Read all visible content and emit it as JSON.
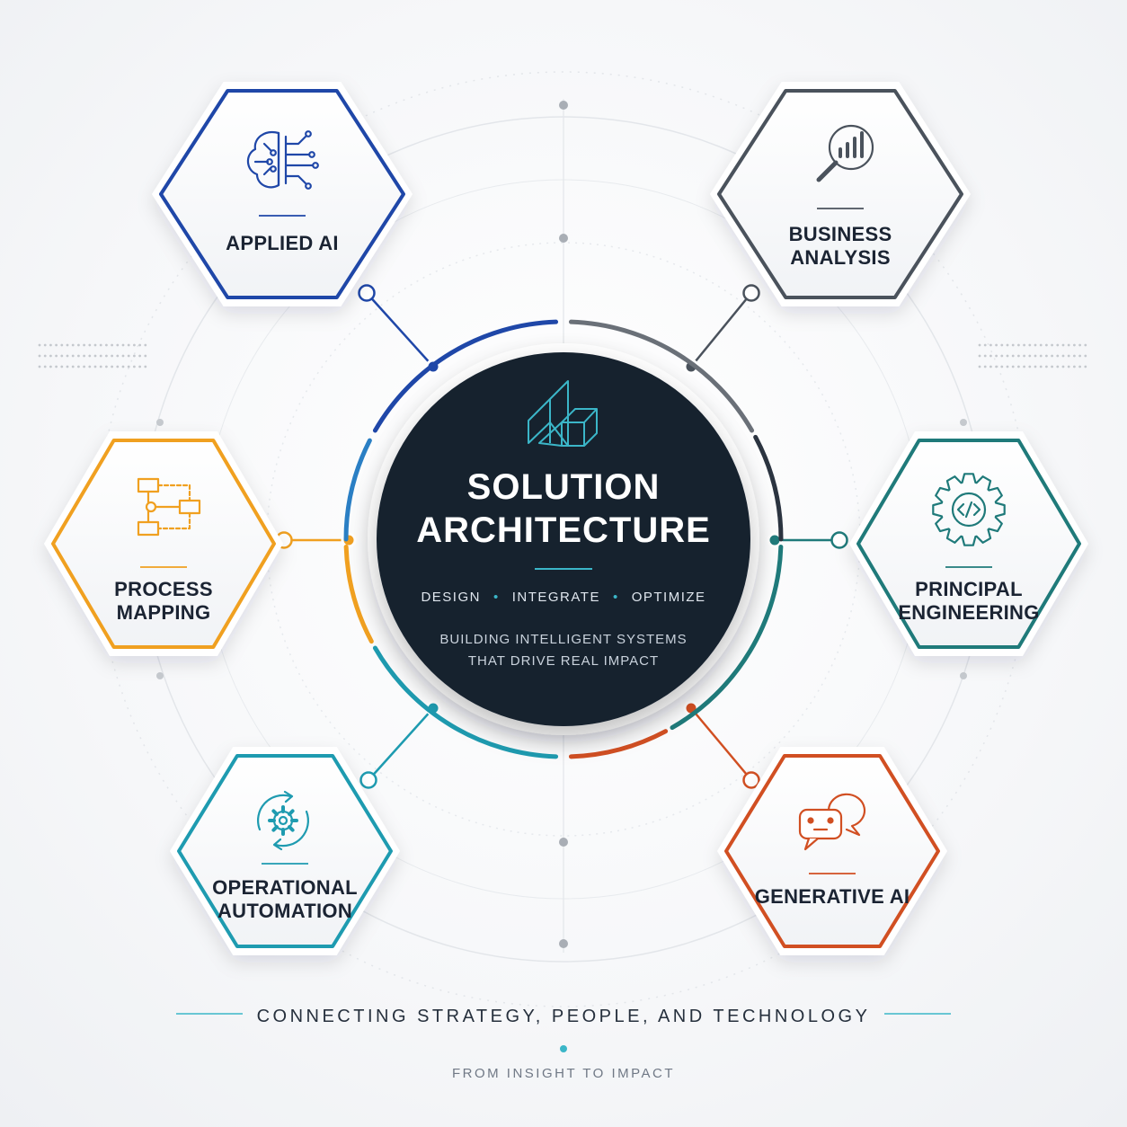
{
  "center": {
    "title_line1": "SOLUTION",
    "title_line2": "ARCHITECTURE",
    "pillars": [
      "DESIGN",
      "INTEGRATE",
      "OPTIMIZE"
    ],
    "tagline_line1": "BUILDING INTELLIGENT SYSTEMS",
    "tagline_line2": "THAT DRIVE REAL IMPACT"
  },
  "nodes": [
    {
      "id": "applied-ai",
      "lines": [
        "APPLIED AI"
      ],
      "icon": "brain-circuit-icon",
      "color": "#1f47a8"
    },
    {
      "id": "business-analysis",
      "lines": [
        "BUSINESS",
        "ANALYSIS"
      ],
      "icon": "magnifier-chart-icon",
      "color": "#4a525c"
    },
    {
      "id": "process-mapping",
      "lines": [
        "PROCESS",
        "MAPPING"
      ],
      "icon": "flowchart-icon",
      "color": "#f0a020"
    },
    {
      "id": "principal-engineering",
      "lines": [
        "PRINCIPAL",
        "ENGINEERING"
      ],
      "icon": "gear-code-icon",
      "color": "#1f7a7a"
    },
    {
      "id": "operational-automation",
      "lines": [
        "OPERATIONAL",
        "AUTOMATION"
      ],
      "icon": "gear-cycle-icon",
      "color": "#1e9bb0"
    },
    {
      "id": "generative-ai",
      "lines": [
        "GENERATIVE AI"
      ],
      "icon": "chat-bot-icon",
      "color": "#d14f22"
    }
  ],
  "footer": {
    "main": "CONNECTING STRATEGY, PEOPLE, AND TECHNOLOGY",
    "sub": "FROM INSIGHT TO IMPACT"
  },
  "colors": {
    "center_fill": "#14202f",
    "accent_teal": "#3bb6c8"
  }
}
